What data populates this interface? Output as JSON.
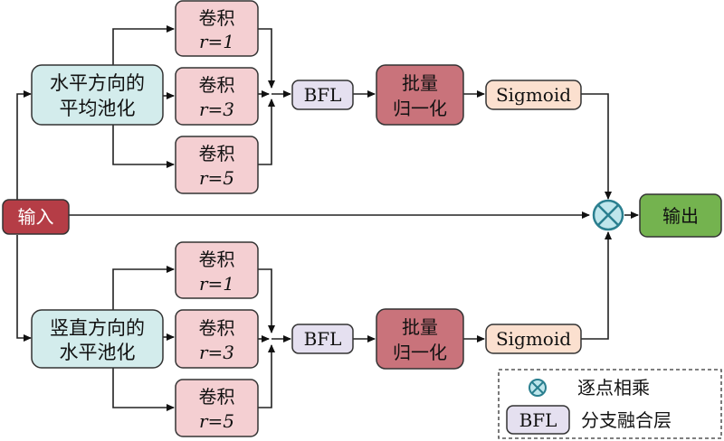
{
  "colors": {
    "pool_fill": "#d3ecec",
    "conv_fill": "#f4cfd2",
    "bfl_fill": "#e5e0f0",
    "bn_fill": "#c9737b",
    "sigmoid_fill": "#fbe0cf",
    "input_fill": "#b53d46",
    "output_fill": "#74b34f",
    "multiply_fill": "#bfe6ec",
    "multiply_stroke": "#2a7f8f"
  },
  "input": {
    "label": "输入"
  },
  "output": {
    "label": "输出"
  },
  "top_branch": {
    "pool_line1": "水平方向的",
    "pool_line2": "平均池化",
    "convs": [
      {
        "line1": "卷积",
        "line2": "r=1"
      },
      {
        "line1": "卷积",
        "line2": "r=3"
      },
      {
        "line1": "卷积",
        "line2": "r=5"
      }
    ],
    "bfl": "BFL",
    "bn_line1": "批量",
    "bn_line2": "归一化",
    "sigmoid": "Sigmoid"
  },
  "bottom_branch": {
    "pool_line1": "竖直方向的",
    "pool_line2": "水平池化",
    "convs": [
      {
        "line1": "卷积",
        "line2": "r=1"
      },
      {
        "line1": "卷积",
        "line2": "r=3"
      },
      {
        "line1": "卷积",
        "line2": "r=5"
      }
    ],
    "bfl": "BFL",
    "bn_line1": "批量",
    "bn_line2": "归一化",
    "sigmoid": "Sigmoid"
  },
  "legend": {
    "multiply_label": "逐点相乘",
    "bfl_symbol": "BFL",
    "bfl_label": "分支融合层"
  }
}
